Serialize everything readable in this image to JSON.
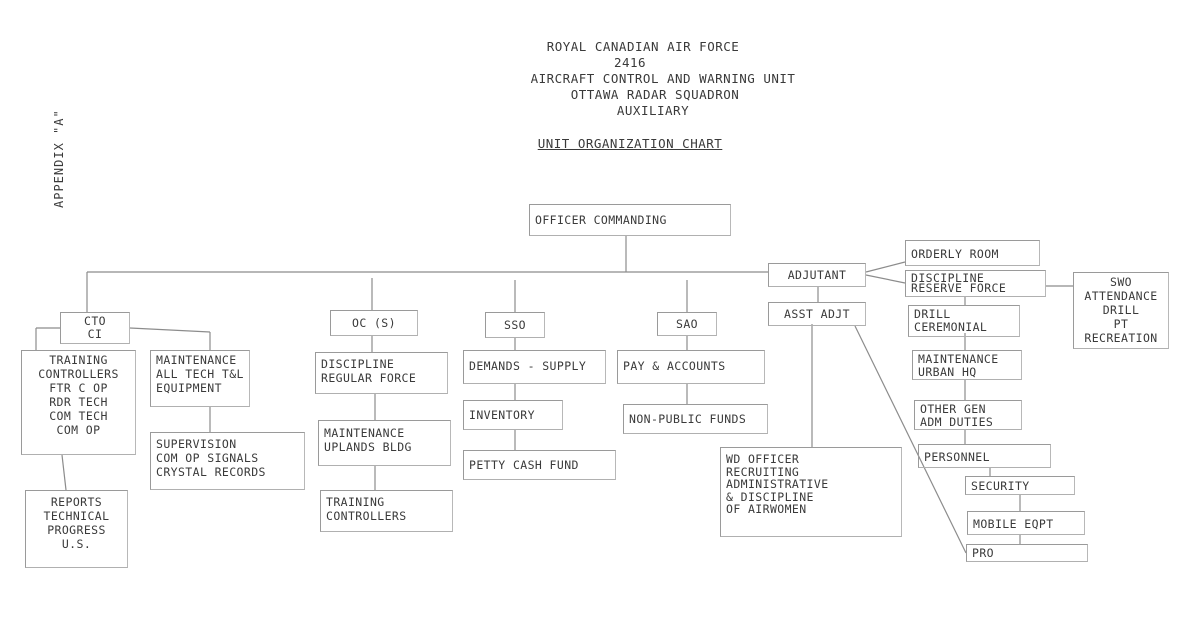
{
  "header": {
    "lines": [
      "ROYAL CANADIAN AIR FORCE",
      "2416",
      "AIRCRAFT CONTROL AND WARNING UNIT",
      "OTTAWA RADAR SQUADRON",
      "AUXILIARY"
    ],
    "chart_title": "UNIT ORGANIZATION CHART",
    "appendix": "APPENDIX \"A\""
  },
  "nodes": {
    "officer_commanding": [
      "OFFICER COMMANDING"
    ],
    "cto": [
      "CTO",
      "CI"
    ],
    "training_controllers": [
      "TRAINING",
      "CONTROLLERS",
      "FTR C OP",
      "RDR TECH",
      "COM TECH",
      "COM OP"
    ],
    "reports": [
      "REPORTS",
      "TECHNICAL",
      "PROGRESS",
      "U.S."
    ],
    "maintenance_tech": [
      "MAINTENANCE",
      "ALL TECH T&L",
      "EQUIPMENT"
    ],
    "supervision": [
      "SUPERVISION",
      "COM OP SIGNALS",
      "CRYSTAL RECORDS"
    ],
    "oc_s": [
      "OC (S)"
    ],
    "discipline_regular": [
      "DISCIPLINE",
      "REGULAR FORCE"
    ],
    "maintenance_uplands": [
      "MAINTENANCE",
      "UPLANDS BLDG"
    ],
    "training_controllers_s": [
      "TRAINING",
      "CONTROLLERS"
    ],
    "sso": [
      "SSO"
    ],
    "demands_supply": [
      "DEMANDS - SUPPLY"
    ],
    "inventory": [
      "INVENTORY"
    ],
    "petty_cash": [
      "PETTY CASH FUND"
    ],
    "sao": [
      "SAO"
    ],
    "pay_accounts": [
      "PAY & ACCOUNTS"
    ],
    "non_public_funds": [
      "NON-PUBLIC FUNDS"
    ],
    "adjutant": [
      "ADJUTANT"
    ],
    "asst_adjt": [
      "ASST ADJT"
    ],
    "wd_officer": [
      "WD OFFICER",
      "RECRUITING",
      "ADMINISTRATIVE",
      "& DISCIPLINE",
      "OF AIRWOMEN"
    ],
    "orderly_room": [
      "ORDERLY ROOM"
    ],
    "discipline_reserve": [
      "DISCIPLINE",
      "RESERVE FORCE"
    ],
    "drill_ceremonial": [
      "DRILL",
      "CEREMONIAL"
    ],
    "maintenance_urban": [
      "MAINTENANCE",
      "URBAN HQ"
    ],
    "other_gen": [
      "OTHER GEN",
      "ADM DUTIES"
    ],
    "personnel": [
      "PERSONNEL"
    ],
    "security": [
      "SECURITY"
    ],
    "mobile_eqpt": [
      "MOBILE EQPT"
    ],
    "pro": [
      "PRO"
    ],
    "swo": [
      "SWO",
      "ATTENDANCE",
      "DRILL",
      "PT",
      "RECREATION"
    ]
  }
}
